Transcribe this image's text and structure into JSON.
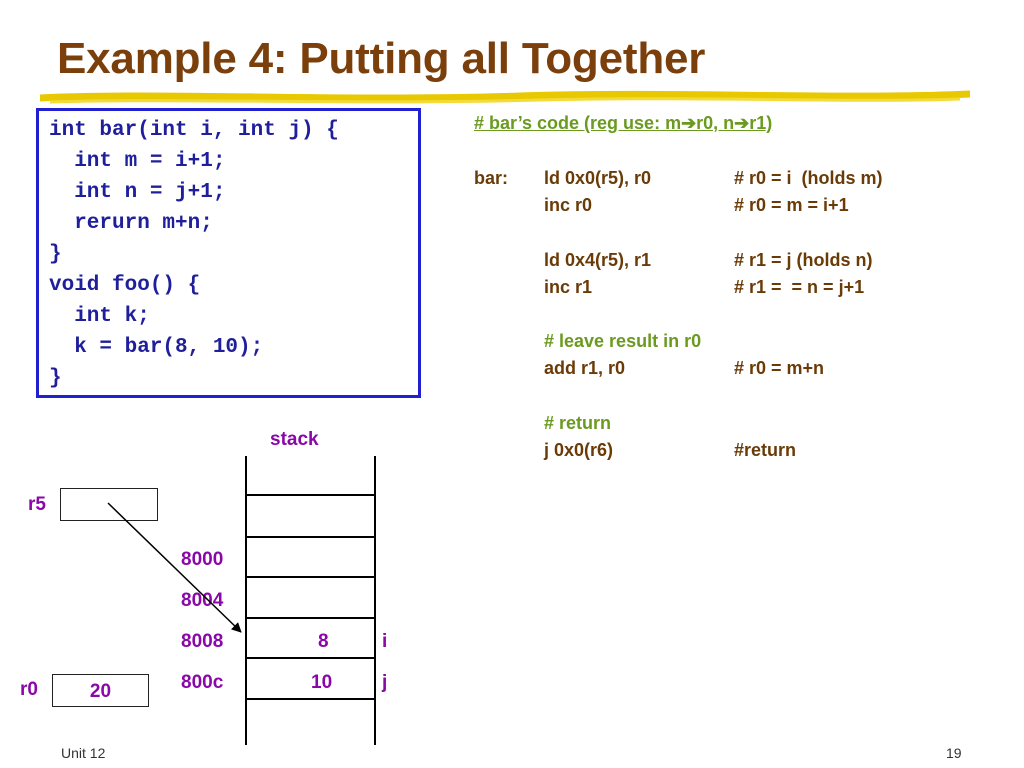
{
  "slide": {
    "title": "Example 4: Putting all Together",
    "footer_left": "Unit 12",
    "page_number": "19"
  },
  "c_code": {
    "lines": [
      "int bar(int i, int j) {",
      "  int m = i+1;",
      "  int n = j+1;",
      "  rerurn m+n;",
      "}",
      "void foo() {",
      "  int k;",
      "  k = bar(8, 10);",
      "}"
    ]
  },
  "assembly": {
    "header": "# bar’s code (reg use: m➔r0, n➔r1)",
    "label": "bar:",
    "rows": [
      {
        "instr": "ld 0x0(r5), r0",
        "comment": "# r0 = i  (holds m)"
      },
      {
        "instr": "inc r0",
        "comment": "# r0 = m = i+1"
      },
      {
        "instr": "ld 0x4(r5), r1",
        "comment": "# r1 = j (holds n)"
      },
      {
        "instr": "inc r1",
        "comment": "# r1 =  = n = j+1"
      },
      {
        "instr": "add r1, r0",
        "comment": "# r0 = m+n"
      },
      {
        "instr": "j 0x0(r6)",
        "comment": "#return"
      }
    ],
    "comments": [
      "# leave result in r0",
      "# return"
    ]
  },
  "diagram": {
    "stack_label": "stack",
    "r5_label": "r5",
    "r0_label": "r0",
    "r0_value": "20",
    "addresses": [
      "8000",
      "8004",
      "8008",
      "800c"
    ],
    "cells": [
      {
        "value": "8",
        "name": "i"
      },
      {
        "value": "10",
        "name": "j"
      }
    ]
  }
}
